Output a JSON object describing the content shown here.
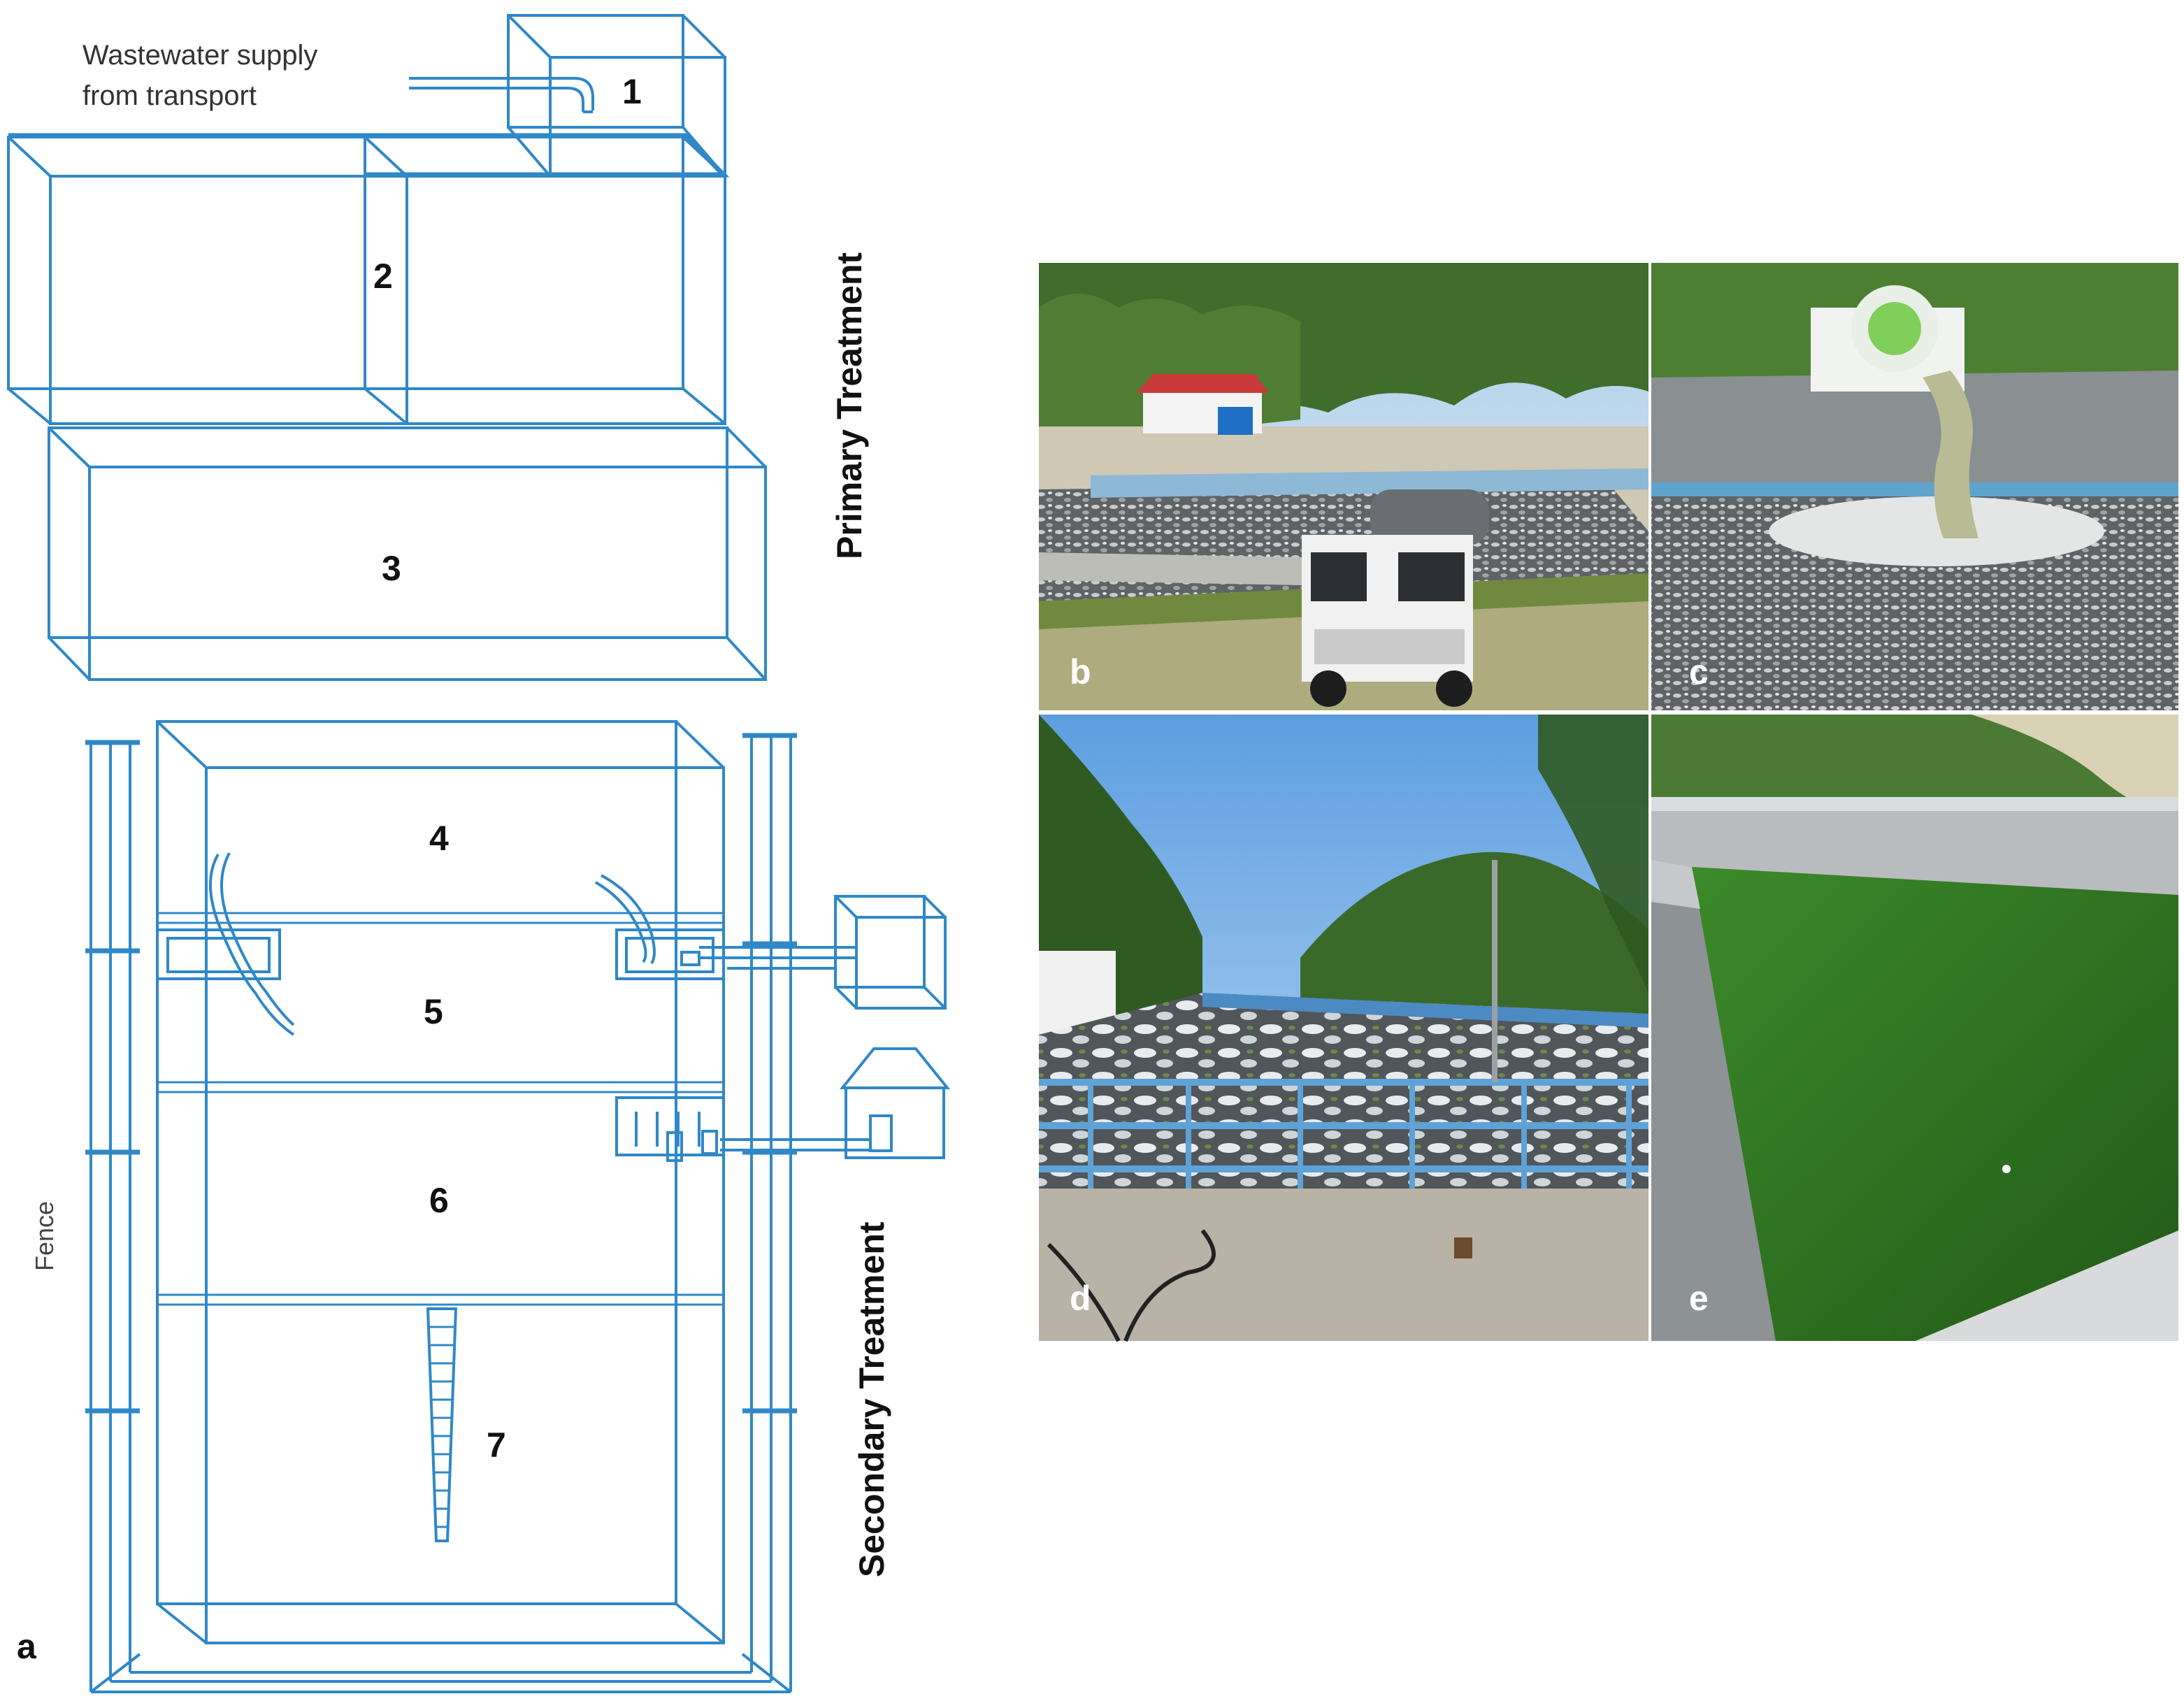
{
  "diagram": {
    "supply_label_line1": "Wastewater supply",
    "supply_label_line2": "from transport",
    "units": [
      "1",
      "2",
      "3",
      "4",
      "5",
      "6",
      "7"
    ],
    "primary_label": "Primary Treatment",
    "secondary_label": "Secondary Treatment",
    "fence_label": "Fence",
    "panel_a": "a"
  },
  "photos": {
    "b": "b",
    "c": "c",
    "d": "d",
    "e": "e"
  },
  "colors": {
    "line": "#2f88c8",
    "algae_pond": "#2f6e1e",
    "sky": "#9ec7e8",
    "trees": "#3d6b2a"
  }
}
